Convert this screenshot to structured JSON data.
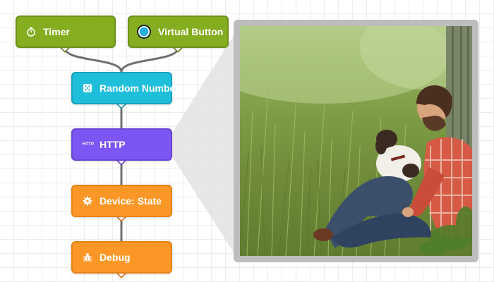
{
  "nodes": {
    "timer": {
      "label": "Timer",
      "icon": "stopwatch-icon"
    },
    "virtual_button": {
      "label": "Virtual Button",
      "icon": "radio-button-icon"
    },
    "random_number": {
      "label": "Random Number",
      "icon": "dice-icon"
    },
    "http": {
      "label": "HTTP",
      "icon_text": "HTTP"
    },
    "device_state": {
      "label": "Device: State",
      "icon": "gear-icon"
    },
    "debug": {
      "label": "Debug",
      "icon": "bug-icon"
    }
  },
  "colors": {
    "trigger": "#84ad1f",
    "logic": "#1fbfdc",
    "http": "#7d55f2",
    "output": "#fb9726",
    "frame": "#bdbdbd",
    "wire": "#707070"
  },
  "photo": {
    "subject": "man with a dog sitting in tall grass"
  }
}
